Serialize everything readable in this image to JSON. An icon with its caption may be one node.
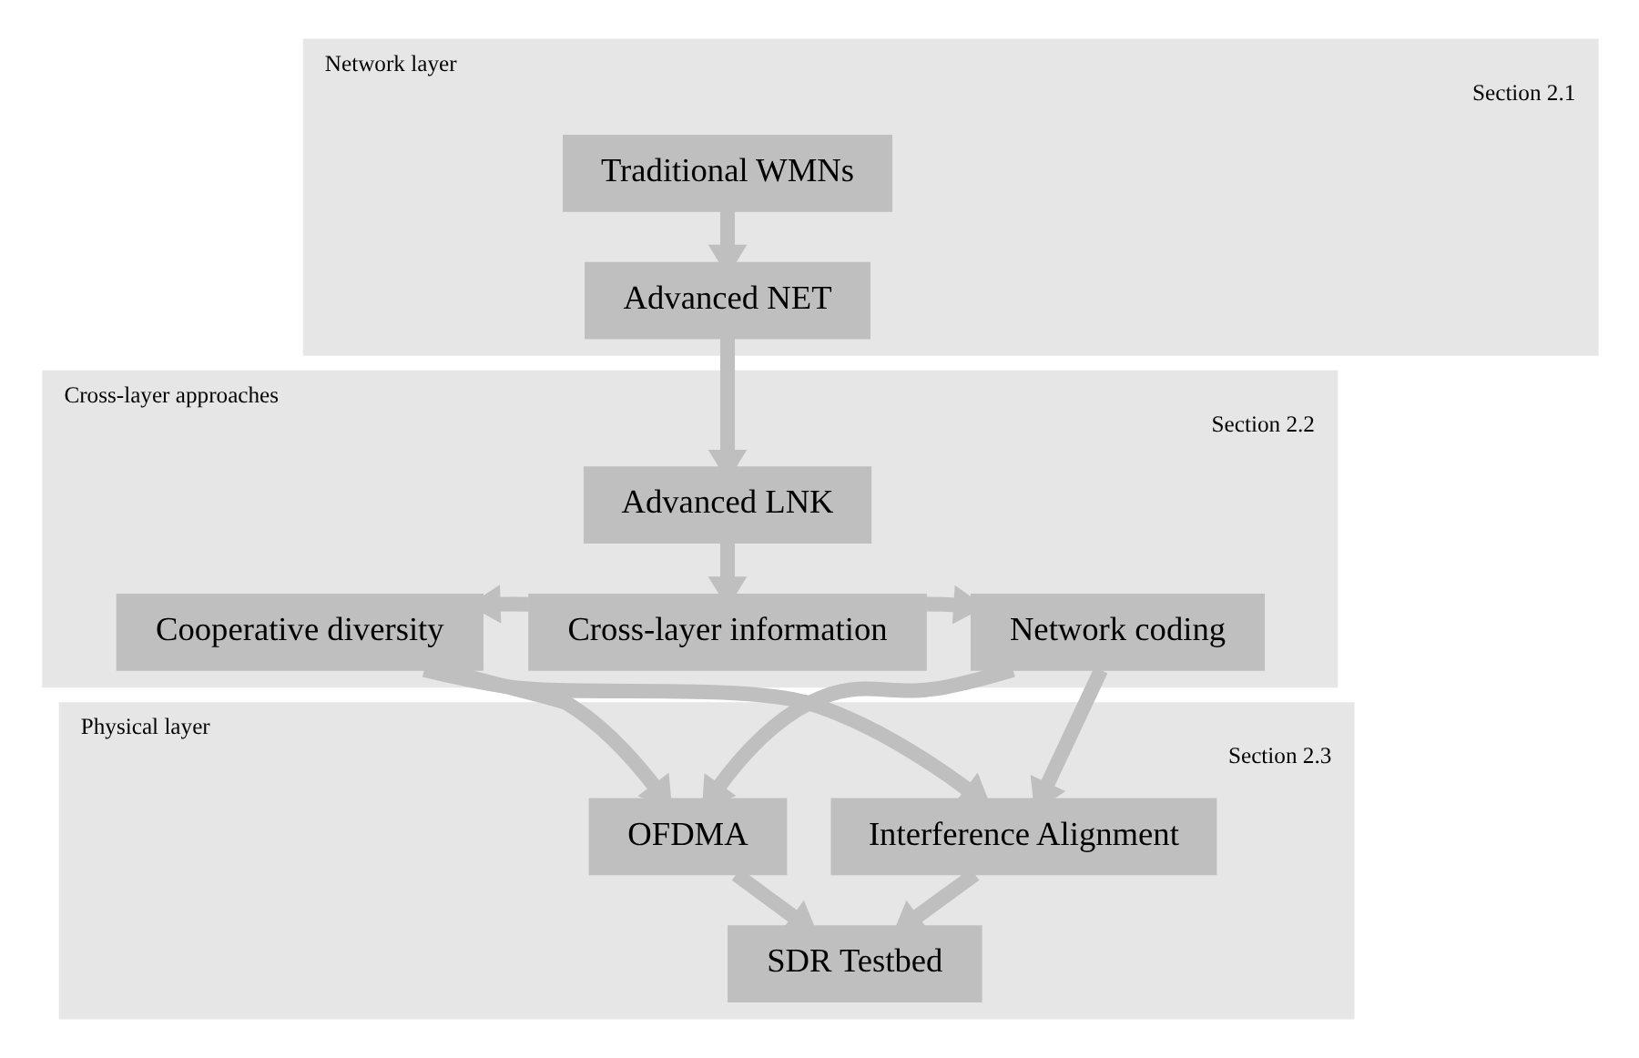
{
  "diagram": {
    "nodes": [
      {
        "text": [
          "Network layer",
          "Section 2.1"
        ]
      },
      {
        "text": [
          "Traditional WMNs"
        ],
        "in": 0
      },
      {
        "text": [
          "Advanced NET"
        ],
        "in": 0
      },
      {
        "text": [
          "Cross-layer approaches",
          "Section 2.2"
        ]
      },
      {
        "text": [
          "Advanced LNK"
        ],
        "in": 3
      },
      {
        "text": [
          "Cooperative diversity"
        ],
        "in": 3
      },
      {
        "text": [
          "Cross-layer information"
        ],
        "in": 3
      },
      {
        "text": [
          "Network coding"
        ],
        "in": 3
      },
      {
        "text": [
          "Physical layer",
          "Section 2.3"
        ]
      },
      {
        "text": [
          "OFDMA"
        ],
        "in": 8
      },
      {
        "text": [
          "Interference Alignment"
        ],
        "in": 8
      },
      {
        "text": [
          "SDR Testbed"
        ],
        "in": 8
      }
    ],
    "edges": [
      {
        "from": 1,
        "to": 2,
        "arrow": "to"
      },
      {
        "from": 2,
        "to": 4,
        "arrow": "to"
      },
      {
        "from": 4,
        "to": 6,
        "arrow": "to"
      },
      {
        "from": 6,
        "to": 5,
        "arrow": "to"
      },
      {
        "from": 6,
        "to": 7,
        "arrow": "to"
      },
      {
        "from": 5,
        "to": 9,
        "arrow": "to"
      },
      {
        "from": 5,
        "to": 10,
        "arrow": "to"
      },
      {
        "from": 7,
        "to": 9,
        "arrow": "to"
      },
      {
        "from": 7,
        "to": 10,
        "arrow": "to"
      },
      {
        "from": 9,
        "to": 11,
        "arrow": "to"
      },
      {
        "from": 10,
        "to": 11,
        "arrow": "to"
      }
    ]
  }
}
